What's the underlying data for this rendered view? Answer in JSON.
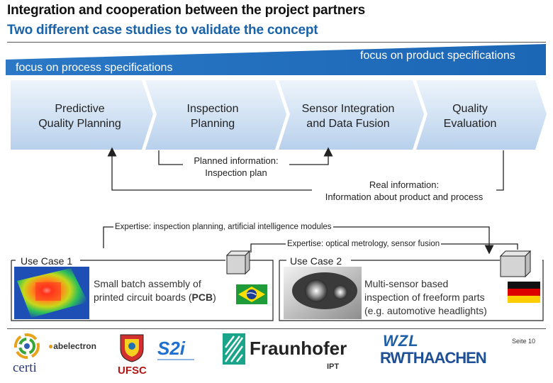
{
  "header": {
    "title": "Integration and cooperation between the project partners",
    "subtitle": "Two different case studies to validate the concept"
  },
  "band": {
    "left_label": "focus on process specifications",
    "right_label": "focus on product specifications",
    "color": "#1e6fc0"
  },
  "process_stages": [
    {
      "label_line1": "Predictive",
      "label_line2": "Quality Planning"
    },
    {
      "label_line1": "Inspection",
      "label_line2": "Planning"
    },
    {
      "label_line1": "Sensor Integration",
      "label_line2": "and Data Fusion"
    },
    {
      "label_line1": "Quality",
      "label_line2": "Evaluation"
    }
  ],
  "flows": {
    "planned_line1": "Planned information:",
    "planned_line2": "Inspection plan",
    "real_line1": "Real information:",
    "real_line2": "Information about product and process"
  },
  "expertise": {
    "left": "Expertise: inspection planning, artificial intelligence modules",
    "right": "Expertise: optical metrology, sensor fusion"
  },
  "use_cases": [
    {
      "title": "Use Case 1",
      "text_line1": "Small batch assembly of",
      "text_line2": "printed circuit boards (",
      "text_bold": "PCB",
      "text_end": ")",
      "flag": "brazil-flag-icon"
    },
    {
      "title": "Use Case 2",
      "text_line1": "Multi-sensor based",
      "text_line2": "inspection of freeform parts",
      "text_line3": "(e.g. automotive headlights)",
      "flag": "germany-flag-icon"
    }
  ],
  "footer": {
    "page_number": "Seite 10",
    "logos": {
      "certi": "certi",
      "abelectron": "abelectron",
      "ufsc": "UFSC",
      "s2i": "S2i",
      "fraunhofer": "Fraunhofer",
      "fraunhofer_sub": "IPT",
      "wzl": "WZL",
      "rwth": "RWTHAACHEN"
    }
  }
}
